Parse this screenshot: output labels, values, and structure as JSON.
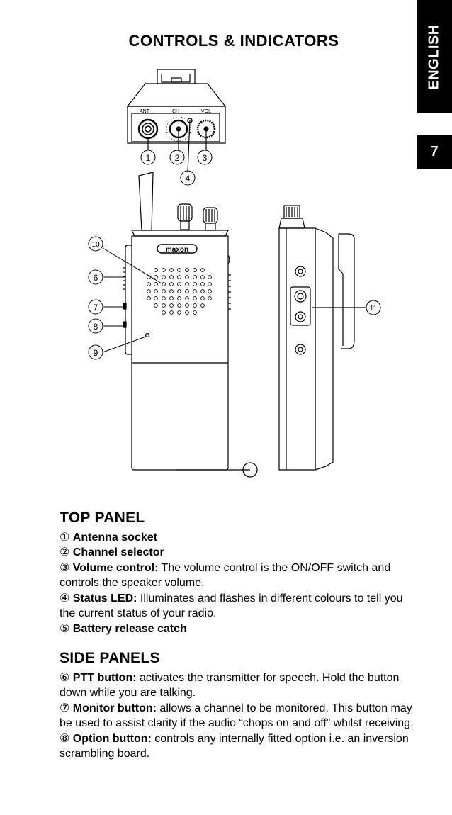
{
  "page": {
    "title": "CONTROLS & INDICATORS",
    "language_tab": "ENGLISH",
    "page_number": "7"
  },
  "diagram": {
    "jack_labels": [
      "ANT",
      "CH",
      "VOL"
    ],
    "brand": "maxon",
    "callouts": [
      "1",
      "2",
      "3",
      "4",
      "6",
      "7",
      "8",
      "9",
      "10",
      "11"
    ]
  },
  "top_panel": {
    "heading": "TOP PANEL",
    "items": [
      {
        "num": "①",
        "label": "Antenna socket",
        "desc": ""
      },
      {
        "num": "②",
        "label": "Channel selector",
        "desc": ""
      },
      {
        "num": "③",
        "label": "Volume control:",
        "desc": " The volume control is the ON/OFF switch and controls the speaker volume."
      },
      {
        "num": "④",
        "label": "Status LED:",
        "desc": " Illuminates and flashes in different colours to tell you the current status of your radio."
      },
      {
        "num": "⑤",
        "label": "Battery release catch",
        "desc": ""
      }
    ]
  },
  "side_panels": {
    "heading": "SIDE PANELS",
    "items": [
      {
        "num": "⑥",
        "label": "PTT button:",
        "desc": " activates the transmitter for speech. Hold the button down while you are talking."
      },
      {
        "num": "⑦",
        "label": "Monitor button:",
        "desc": " allows a channel to be monitored. This button may be used to assist clarity if the audio “chops on and off” whilst receiving."
      },
      {
        "num": "⑧",
        "label": "Option button:",
        "desc": " controls any internally fitted option i.e. an inversion scrambling board."
      }
    ]
  }
}
